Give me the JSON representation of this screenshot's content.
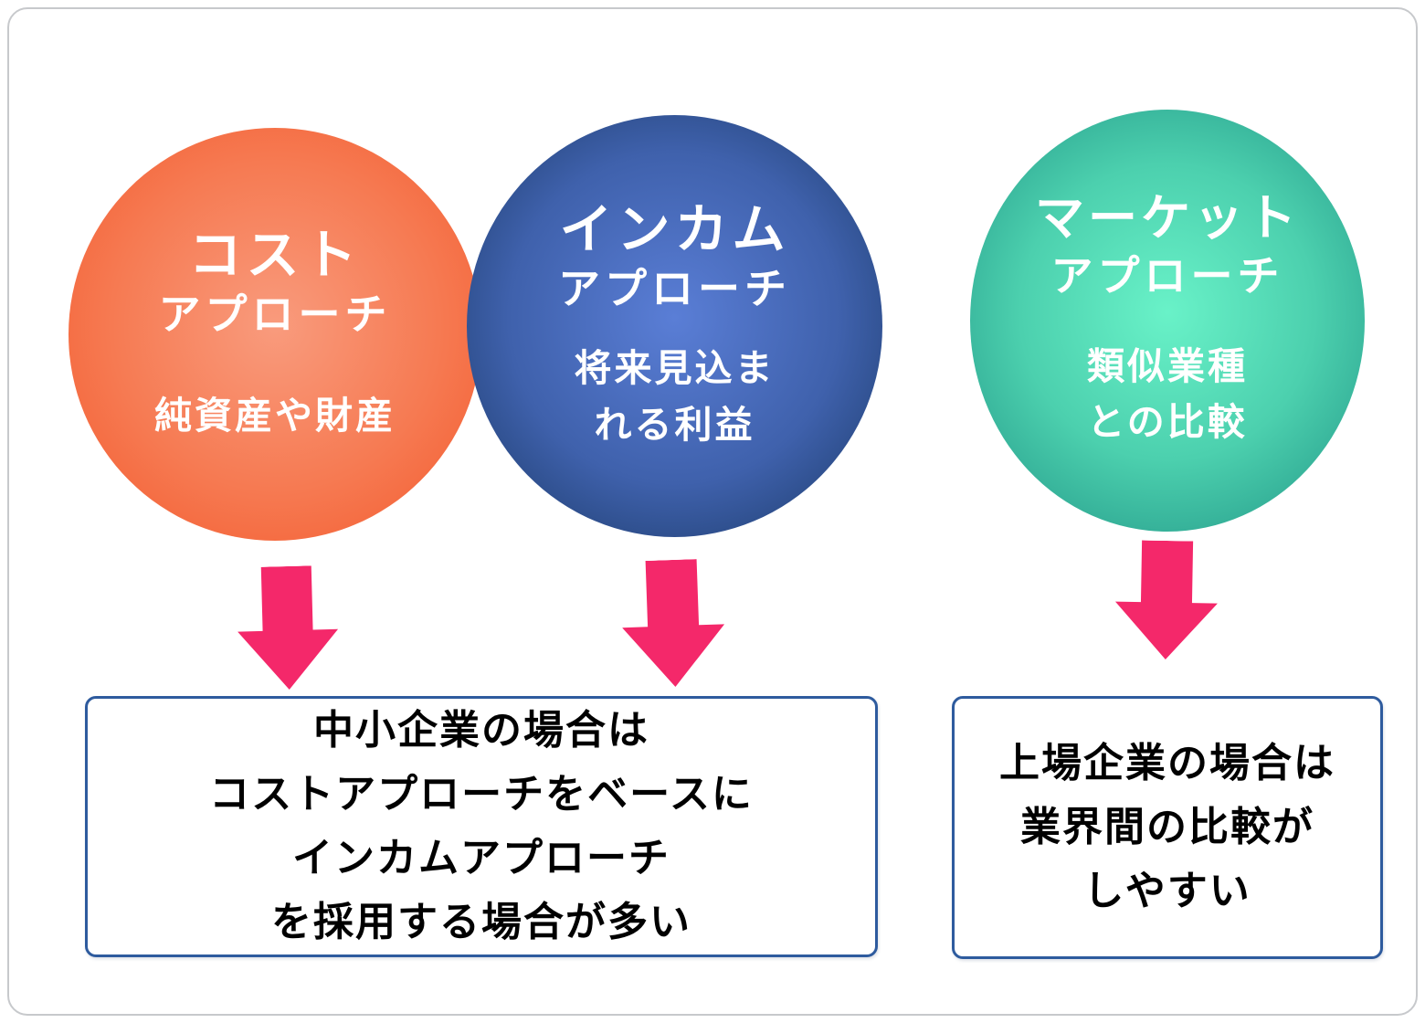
{
  "page": {
    "background": "#FFFFFF",
    "frame_border_color": "#C7C9CC"
  },
  "colors": {
    "arrow_pink": "#F4286A",
    "box_border_blue": "#2E5B9E",
    "cost_circle_center": "#F99B7D",
    "cost_circle_edge": "#F05F33",
    "income_circle_center": "#5A7ED6",
    "income_circle_edge": "#1C3F76",
    "market_circle_center": "#69F2C8",
    "market_circle_edge": "#20897F",
    "circle_text": "#FFFFFF",
    "box_text": "#000000"
  },
  "circles": [
    {
      "id": "cost-approach",
      "title": "コスト",
      "subtitle": "アプローチ",
      "desc_lines": [
        "純資産や財産"
      ]
    },
    {
      "id": "income-approach",
      "title": "インカム",
      "subtitle": "アプローチ",
      "desc_lines": [
        "将来見込ま",
        "れる利益"
      ]
    },
    {
      "id": "market-approach",
      "title": "マーケット",
      "subtitle": "アプローチ",
      "desc_lines": [
        "類似業種",
        "との比較"
      ]
    }
  ],
  "boxes": [
    {
      "id": "sme-note",
      "lines": [
        "中小企業の場合は",
        "コストアプローチをベースに",
        "インカムアプローチ",
        "を採用する場合が多い"
      ]
    },
    {
      "id": "listed-note",
      "lines": [
        "上場企業の場合は",
        "業界間の比較が",
        "しやすい"
      ]
    }
  ]
}
